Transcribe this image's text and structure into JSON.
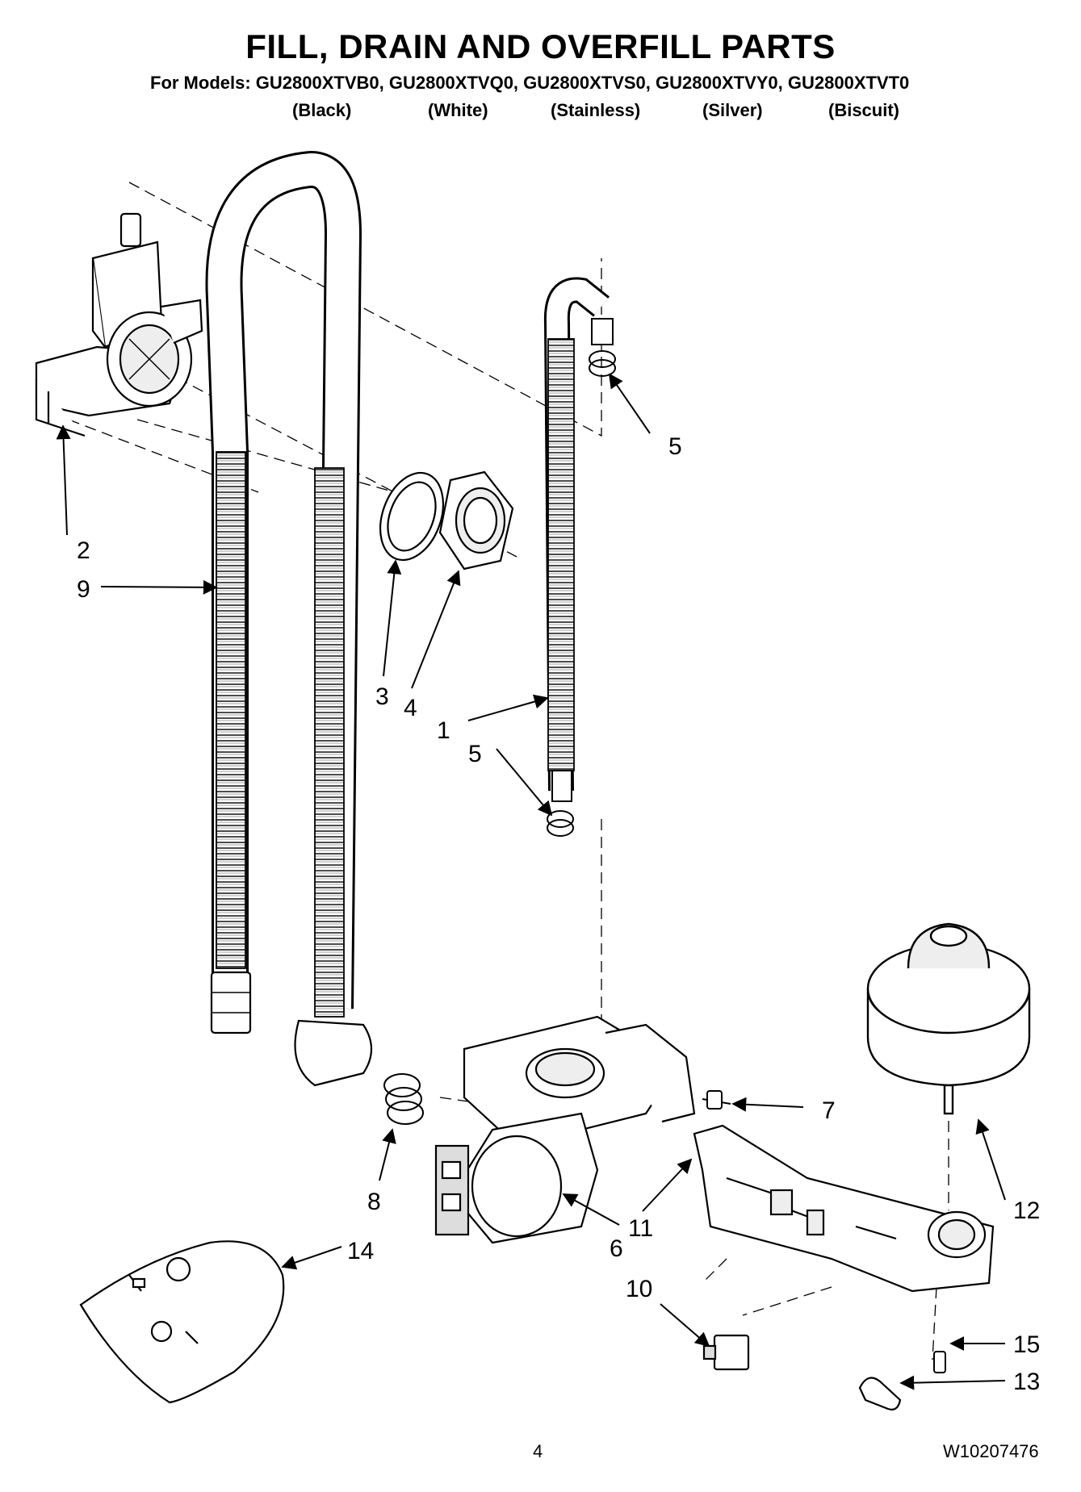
{
  "header": {
    "title": "FILL, DRAIN AND OVERFILL PARTS",
    "models_line": "For Models: GU2800XTVB0, GU2800XTVQ0, GU2800XTVS0, GU2800XTVY0, GU2800XTVT0",
    "colors": [
      "(Black)",
      "(White)",
      "(Stainless)",
      "(Silver)",
      "(Biscuit)"
    ]
  },
  "callouts": {
    "c1": "1",
    "c2": "2",
    "c3": "3",
    "c4": "4",
    "c5a": "5",
    "c5b": "5",
    "c6": "6",
    "c7": "7",
    "c8": "8",
    "c9": "9",
    "c10": "10",
    "c11": "11",
    "c12": "12",
    "c13": "13",
    "c14": "14",
    "c15": "15"
  },
  "footer": {
    "page_number": "4",
    "doc_number": "W10207476"
  }
}
